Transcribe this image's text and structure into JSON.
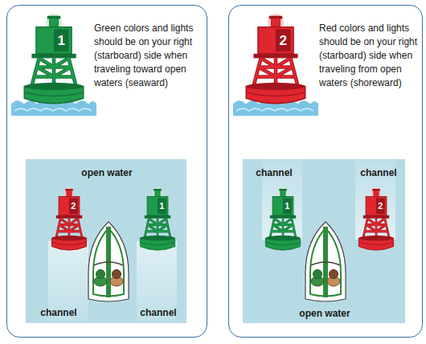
{
  "diagram": {
    "nodes": [
      {
        "text": [
          "Green colors and lights should be on your right (starboard) side when traveling toward open waters (seaward)"
        ]
      },
      {
        "text": [
          "1"
        ],
        "in": 0
      },
      {
        "text": [
          "open water",
          "channel",
          "channel"
        ],
        "in": 0
      },
      {
        "text": [
          "2"
        ],
        "in": 2
      },
      {
        "text": [
          "1"
        ],
        "in": 2
      },
      {
        "text": [
          "Red colors and lights should be on your right (starboard) side when traveling from open waters (shoreward)"
        ]
      },
      {
        "text": [
          "2"
        ],
        "in": 5
      },
      {
        "text": [
          "channel",
          "channel",
          "open water"
        ],
        "in": 5
      },
      {
        "text": [
          "1"
        ],
        "in": 7
      },
      {
        "text": [
          "2"
        ],
        "in": 7
      }
    ]
  }
}
